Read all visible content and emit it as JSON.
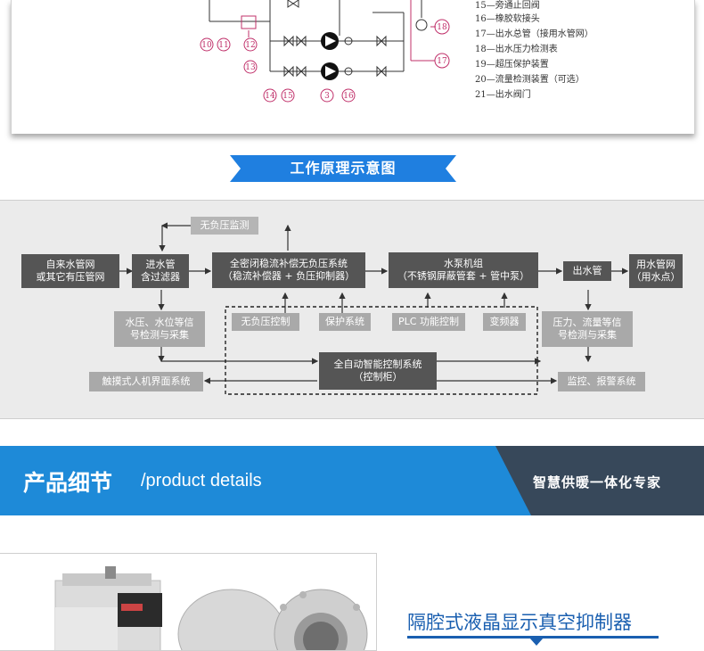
{
  "top_diagram": {
    "markers": [
      "10",
      "11",
      "12",
      "13",
      "14",
      "15",
      "3",
      "16",
      "17",
      "18"
    ],
    "legend": [
      "15—旁通止回阀",
      "16—橡胶软接头",
      "17—出水总管（接用水管网）",
      "18—出水压力检测表",
      "19—超压保护装置",
      "20—流量检测装置（可选）",
      "21—出水阀门"
    ]
  },
  "banner": {
    "title": "工作原理示意图"
  },
  "flow": {
    "no_neg_monitor": "无负压监测",
    "source": "自来水管网\n或其它有压管网",
    "inlet": "进水管\n含过滤器",
    "sealed": "全密闭稳流补偿无负压系统\n（稳流补偿器 + 负压抑制器）",
    "pump": "水泵机组\n（不锈钢屏蔽管套 + 管中泵）",
    "outlet": "出水管",
    "user": "用水管网\n（用水点）",
    "sense_in": "水压、水位等信\n号检测与采集",
    "no_neg_ctrl": "无负压控制",
    "protect": "保护系统",
    "plc": "PLC 功能控制",
    "vfd": "变频器",
    "sense_out": "压力、流量等信\n号检测与采集",
    "controller": "全自动智能控制系统\n（控制柜）",
    "hmi": "触摸式人机界面系统",
    "alarm": "监控、报警系统"
  },
  "product_header": {
    "title": "产品细节",
    "subtitle": "/product details",
    "slogan": "智慧供暖一体化专家"
  },
  "product": {
    "name": "隔腔式液晶显示真空抑制器"
  }
}
